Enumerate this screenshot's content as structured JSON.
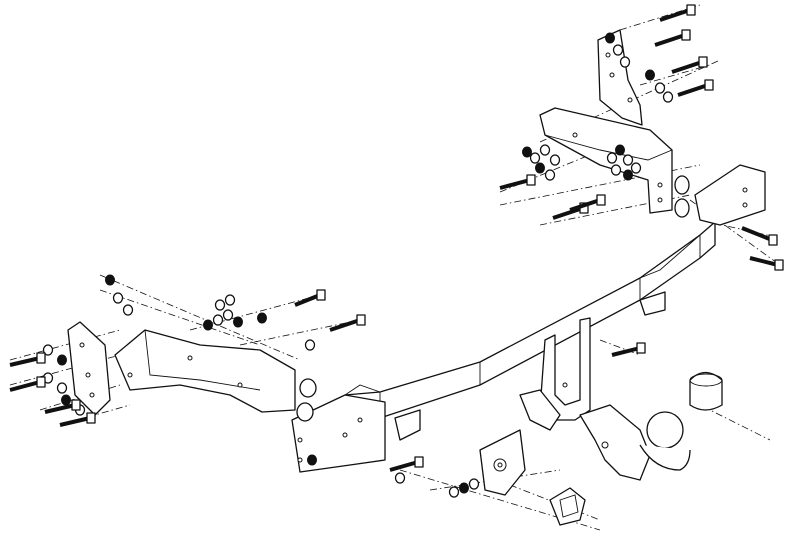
{
  "diagram": {
    "parts": [
      {
        "id": "crossbar",
        "name": "tow-bar-crossbeam"
      },
      {
        "id": "left-side-plate",
        "name": "left-mounting-plate"
      },
      {
        "id": "left-bracket",
        "name": "left-side-bracket"
      },
      {
        "id": "right-side-plate",
        "name": "right-mounting-plate"
      },
      {
        "id": "right-bracket",
        "name": "right-side-bracket"
      },
      {
        "id": "ball",
        "name": "tow-ball"
      },
      {
        "id": "ball-cover",
        "name": "tow-ball-cover"
      },
      {
        "id": "socket-plate",
        "name": "electrical-socket-plate"
      },
      {
        "id": "socket",
        "name": "electrical-socket"
      }
    ],
    "colors": {
      "line": "#111111",
      "background": "#ffffff"
    }
  }
}
